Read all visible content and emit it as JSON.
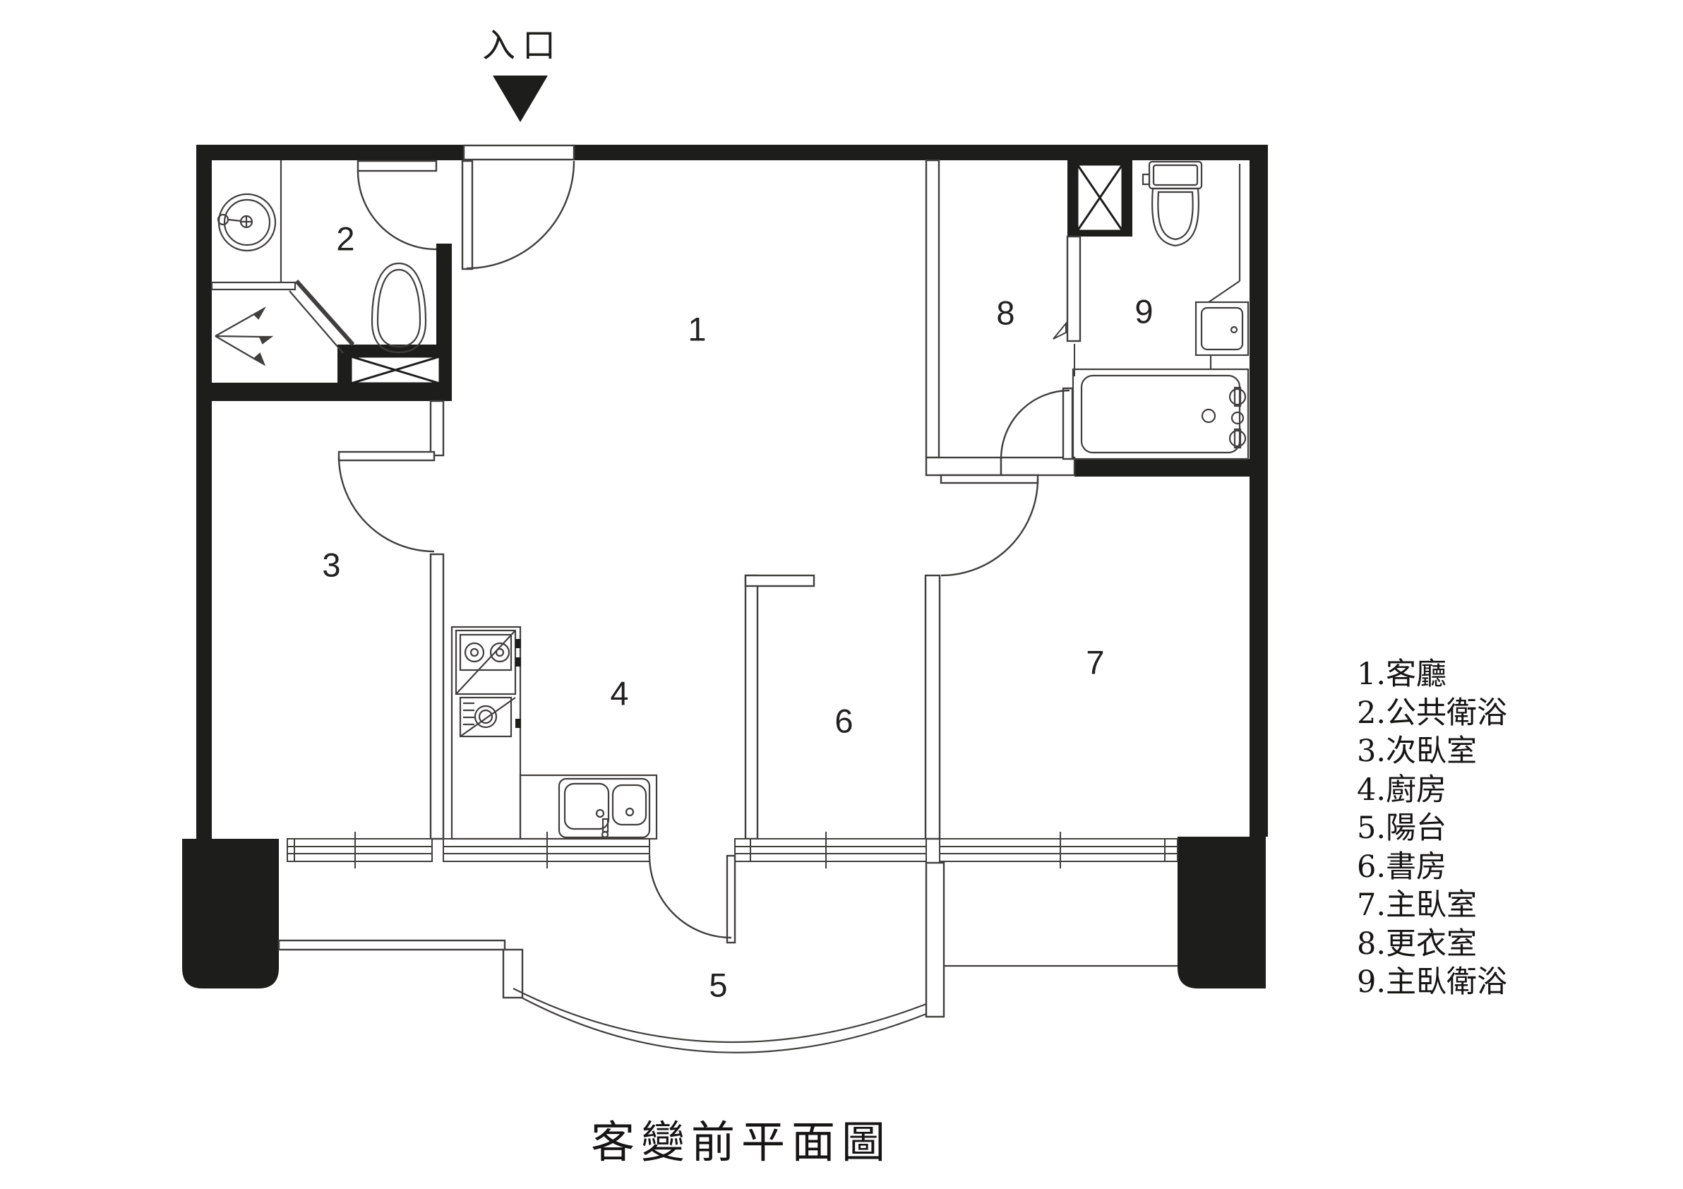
{
  "document": {
    "type": "architectural floor plan"
  },
  "entry": {
    "label": "入口"
  },
  "title": {
    "text": "客變前平面圖"
  },
  "rooms": [
    {
      "number": "1",
      "name": "客廳"
    },
    {
      "number": "2",
      "name": "公共衛浴"
    },
    {
      "number": "3",
      "name": "次臥室"
    },
    {
      "number": "4",
      "name": "廚房"
    },
    {
      "number": "5",
      "name": "陽台"
    },
    {
      "number": "6",
      "name": "書房"
    },
    {
      "number": "7",
      "name": "主臥室"
    },
    {
      "number": "8",
      "name": "更衣室"
    },
    {
      "number": "9",
      "name": "主臥衛浴"
    }
  ],
  "legend": {
    "items": [
      "1.客廳",
      "2.公共衛浴",
      "3.次臥室",
      "4.廚房",
      "5.陽台",
      "6.書房",
      "7.主臥室",
      "8.更衣室",
      "9.主臥衛浴"
    ]
  },
  "colors": {
    "wall": "#1d1d1b",
    "line": "#403f3d",
    "background": "#ffffff"
  }
}
